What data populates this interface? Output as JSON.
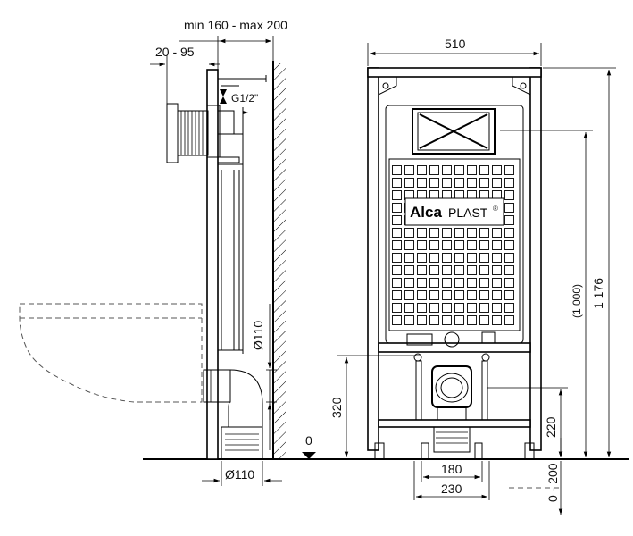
{
  "dimensions": {
    "wall_gap": "min 160 - max 200",
    "pipe_offset": "20 - 95",
    "thread": "G1/2\"",
    "flush_pipe": "Ø110",
    "outlet_pipe": "Ø110",
    "zero_level": "0",
    "width_total": "510",
    "height_total": "1 176",
    "height_flush": "(1 000)",
    "outlet_height": "320",
    "outlet_height_2": "220",
    "adjust_range": "0 - 200",
    "feet_inner": "180",
    "feet_outer": "230"
  },
  "brand": {
    "name_bold": "Alca",
    "name_regular": "PLAST",
    "registered": "®"
  }
}
